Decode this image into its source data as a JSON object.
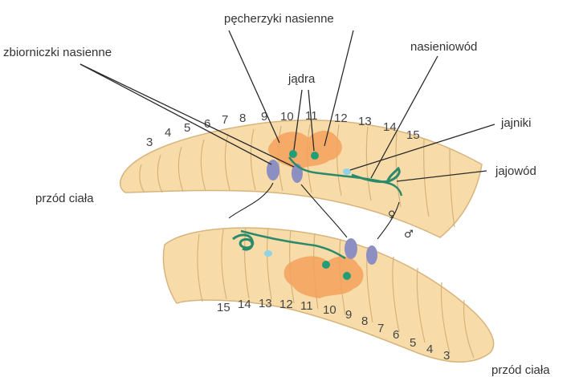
{
  "labels": {
    "seminal_vesicles": "pęcherzyki nasienne",
    "seminal_receptacles": "zbiorniczki nasienne",
    "testes": "jądra",
    "sperm_duct": "nasieniowód",
    "ovaries": "jajniki",
    "oviduct": "jajowód",
    "front_top": "przód ciała",
    "front_bottom": "przód ciała"
  },
  "symbols": {
    "female": "♀",
    "male": "♂"
  },
  "segment_numbers_top": [
    "3",
    "4",
    "5",
    "6",
    "7",
    "8",
    "9",
    "10",
    "11",
    "12",
    "13",
    "14",
    "15"
  ],
  "segment_numbers_bottom": [
    "15",
    "14",
    "13",
    "12",
    "11",
    "10",
    "9",
    "8",
    "7",
    "6",
    "5",
    "4",
    "3"
  ],
  "colors": {
    "body": "#f7dcaa",
    "body_outline": "#d8b47c",
    "seminal_vesicle": "#f4a15c",
    "receptacle": "#8d8fc2",
    "duct": "#2b8a69",
    "ovary": "#8fd3e6"
  }
}
